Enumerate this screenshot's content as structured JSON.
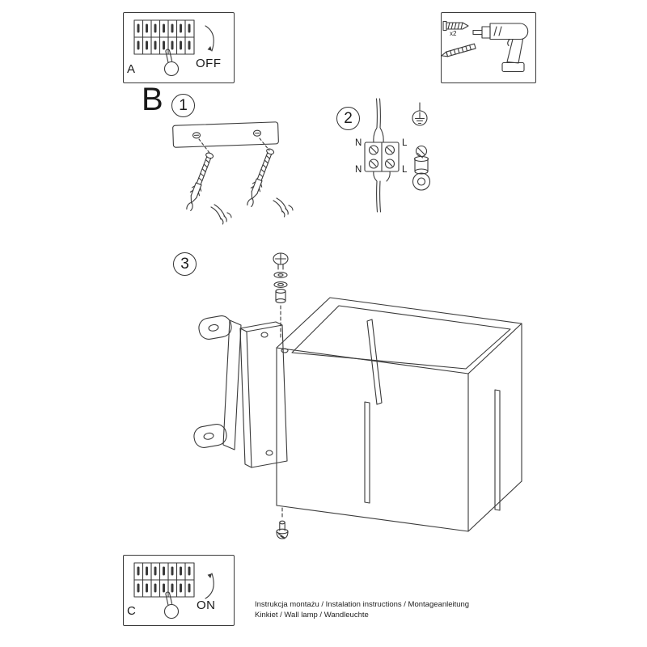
{
  "colors": {
    "background": "#ffffff",
    "line": "#3a3a3a",
    "text": "#1a1a1a"
  },
  "panel_a": {
    "label": "A",
    "action": "OFF",
    "icons": [
      "breaker-panel-icon",
      "hand-icon",
      "flip-down-arrow-icon"
    ]
  },
  "tools_panel": {
    "anchor_count_label": "x2",
    "icons": [
      "wall-anchor-icon",
      "screw-icon",
      "drill-icon"
    ]
  },
  "section_label": "B",
  "step1": {
    "number": "1",
    "icons": [
      "mounting-plate-icon",
      "wall-screw-icon",
      "supply-wires-icon"
    ]
  },
  "step2": {
    "number": "2",
    "terminal_labels": {
      "top_left": "N",
      "top_right": "L",
      "bottom_left": "N",
      "bottom_right": "L"
    },
    "icons": [
      "mains-cable-icon",
      "terminal-block-icon",
      "earth-symbol-icon",
      "earth-lug-icon"
    ]
  },
  "step3": {
    "number": "3",
    "icons": [
      "fixing-screw-icon",
      "washer-icon",
      "wall-bracket-icon",
      "back-plate-icon",
      "cube-lamp-icon"
    ]
  },
  "panel_c": {
    "label": "C",
    "action": "ON",
    "icons": [
      "breaker-panel-icon",
      "hand-icon",
      "flip-up-arrow-icon"
    ]
  },
  "footer": {
    "line1": "Instrukcja montażu / Instalation instructions / Montageanleitung",
    "line2": "Kinkiet / Wall lamp / Wandleuchte"
  }
}
